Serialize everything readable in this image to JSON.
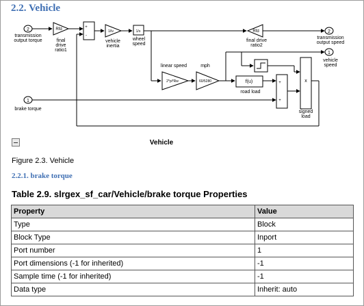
{
  "section": {
    "heading": "2.2. Vehicle"
  },
  "diagram": {
    "title": "Vehicle",
    "ports": {
      "in1": {
        "number": "2",
        "label_line1": "transmission",
        "label_line2": "output torque"
      },
      "in2": {
        "number": "1",
        "label": "brake torque"
      },
      "out1": {
        "number": "2",
        "label_line1": "transmission",
        "label_line2": "output speed"
      },
      "out2": {
        "number": "1",
        "label_line1": "vehicle",
        "label_line2": "speed"
      }
    },
    "blocks": {
      "final_drive1": {
        "text": "Rfd",
        "label_line1": "final",
        "label_line2": "drive",
        "label_line3": "ratio1"
      },
      "inertia": {
        "text": "1/Iv",
        "label_line1": "vehicle",
        "label_line2": "inertia"
      },
      "integrator": {
        "text": "1/s",
        "label_line1": "wheel",
        "label_line2": "speed"
      },
      "final_drive2": {
        "text": "Rfd",
        "label_line1": "final drive",
        "label_line2": "ratio2"
      },
      "linear_speed": {
        "text": "2*pi*Rw",
        "label": "linear speed"
      },
      "mph": {
        "text": "60/5280",
        "label": "mph"
      },
      "road_load": {
        "text": "f(u)",
        "label": "road load"
      },
      "signed_load": {
        "text": "x",
        "label_line1": "signed",
        "label_line2": "load"
      },
      "sum1_signs": {
        "plus": "+",
        "minus": "-"
      },
      "sum2_signs": {
        "plus": "+"
      }
    }
  },
  "figure": {
    "caption": "Figure 2.3. Vehicle"
  },
  "subsection": {
    "heading": "2.2.1. brake torque"
  },
  "table": {
    "title": "Table 2.9. slrgex_sf_car/Vehicle/brake torque Properties",
    "headers": [
      "Property",
      "Value"
    ],
    "rows": [
      [
        "Type",
        "Block"
      ],
      [
        "Block Type",
        "Inport"
      ],
      [
        "Port number",
        "1"
      ],
      [
        "Port dimensions (-1 for inherited)",
        "-1"
      ],
      [
        "Sample time (-1 for inherited)",
        "-1"
      ],
      [
        "Data type",
        "Inherit: auto"
      ]
    ]
  }
}
